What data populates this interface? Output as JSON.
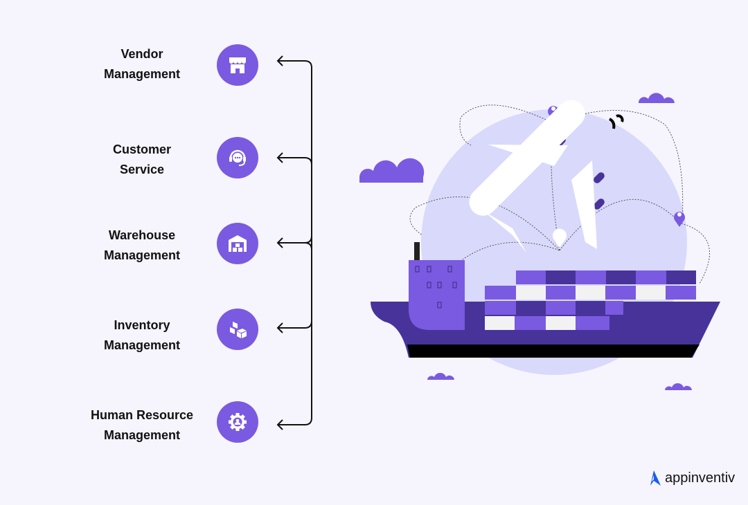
{
  "services": [
    {
      "line1": "Vendor",
      "line2": "Management",
      "icon": "storefront-icon"
    },
    {
      "line1": "Customer",
      "line2": "Service",
      "icon": "headset-chat-icon"
    },
    {
      "line1": "Warehouse",
      "line2": "Management",
      "icon": "warehouse-icon"
    },
    {
      "line1": "Inventory",
      "line2": "Management",
      "icon": "boxes-icon"
    },
    {
      "line1": "Human Resource",
      "line2": "Management",
      "icon": "gear-person-icon"
    }
  ],
  "brand": {
    "name": "appinventiv",
    "color": "#1a5cf0"
  },
  "colors": {
    "accent": "#7a5ae0",
    "accent_dark": "#47339a",
    "globe": "#d9d9fb",
    "background": "#f6f4fd"
  }
}
